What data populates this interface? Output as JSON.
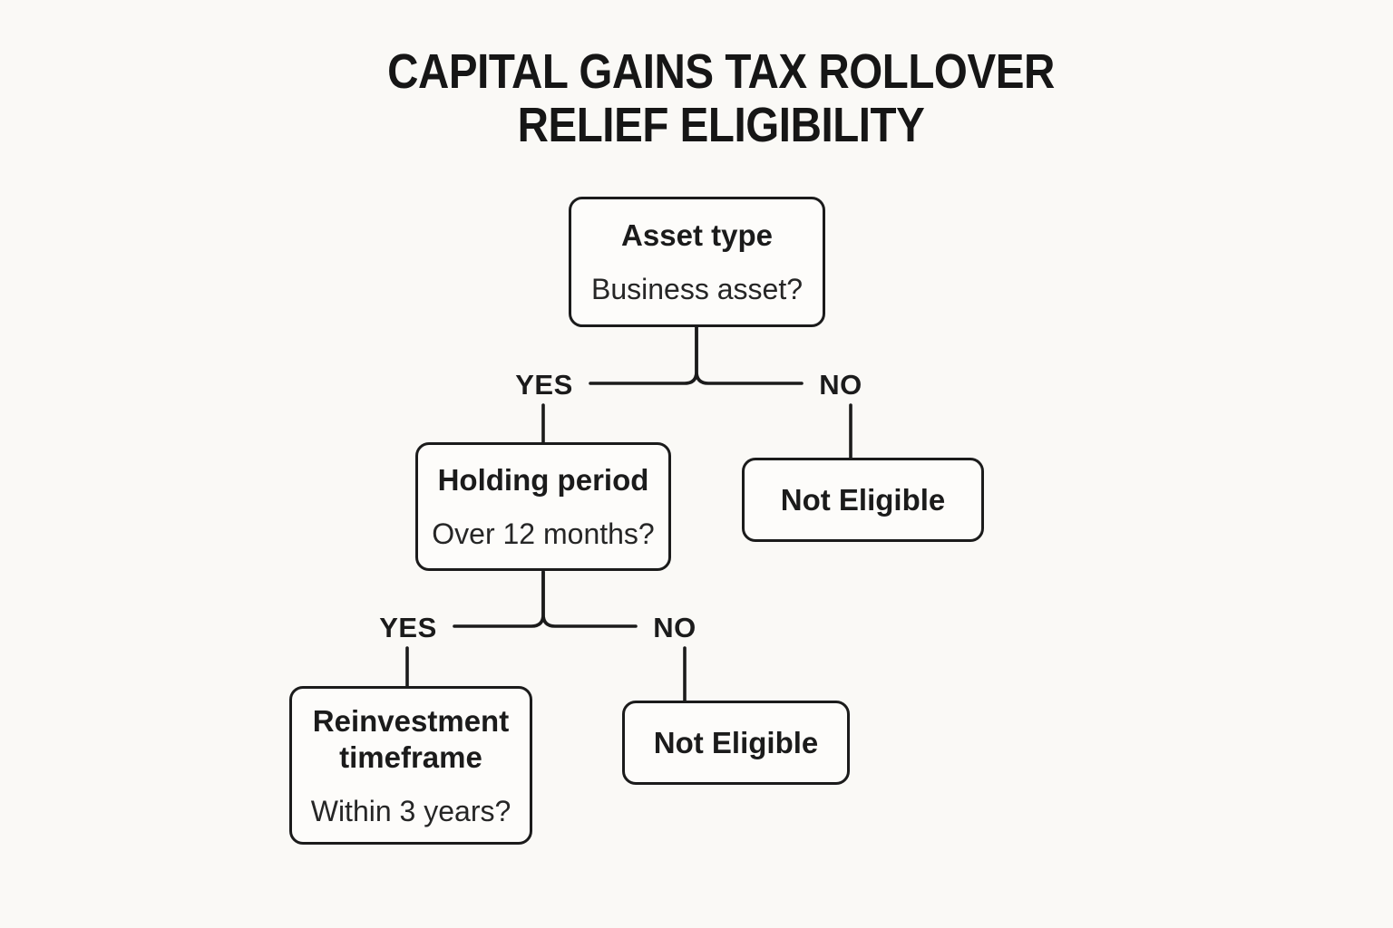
{
  "title": {
    "line1": "CAPITAL GAINS TAX ROLLOVER",
    "line2": "RELIEF ELIGIBILITY"
  },
  "colors": {
    "ink": "#1b1b1b",
    "bg": "#faf9f6",
    "node-fill": "#fdfcfa",
    "title-ink": "#161616"
  },
  "flowchart": {
    "nodes": [
      {
        "id": "asset-type",
        "heading": "Asset type",
        "question": "Business asset?"
      },
      {
        "id": "holding-period",
        "heading": "Holding period",
        "question": "Over 12 months?"
      },
      {
        "id": "not-eligible-1",
        "label": "Not Eligible"
      },
      {
        "id": "reinvestment-timeframe",
        "heading": "Reinvestment timeframe",
        "question": "Within 3 years?"
      },
      {
        "id": "not-eligible-2",
        "label": "Not Eligible"
      }
    ],
    "branches": [
      {
        "from": "asset-type",
        "yes_label": "YES",
        "no_label": "NO",
        "yes_to": "holding-period",
        "no_to": "not-eligible-1"
      },
      {
        "from": "holding-period",
        "yes_label": "YES",
        "no_label": "NO",
        "yes_to": "reinvestment-timeframe",
        "no_to": "not-eligible-2"
      }
    ]
  }
}
